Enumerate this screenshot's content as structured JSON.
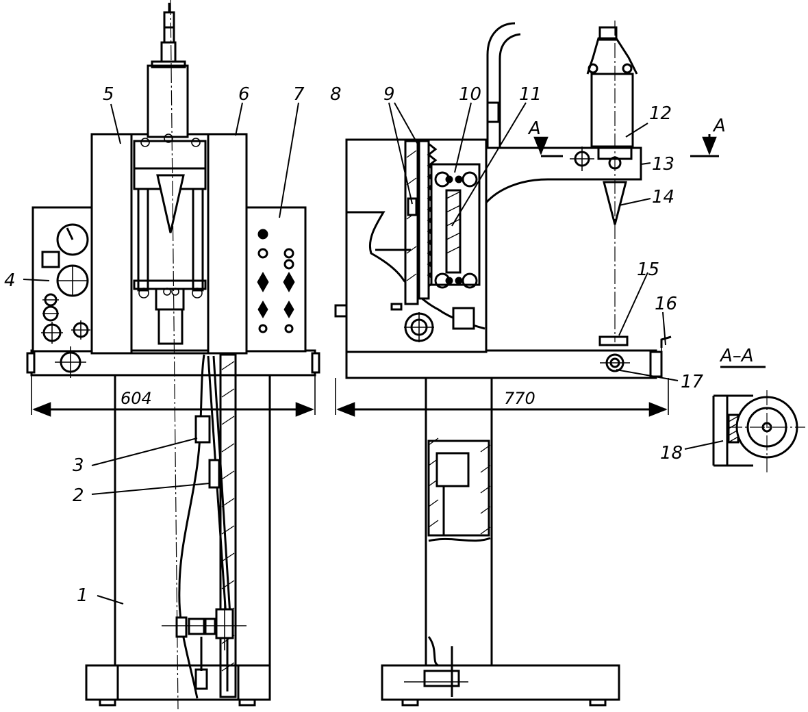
{
  "callouts": [
    "1",
    "2",
    "3",
    "4",
    "5",
    "6",
    "7",
    "8",
    "9",
    "10",
    "11",
    "12",
    "13",
    "14",
    "15",
    "16",
    "17",
    "18"
  ],
  "dimensions": {
    "front_width": "604",
    "side_length": "770"
  },
  "section": {
    "marker": "A",
    "view_label": "A–A"
  }
}
